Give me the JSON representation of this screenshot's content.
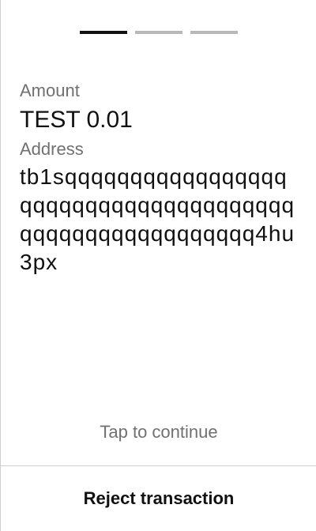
{
  "pager": {
    "total": 3,
    "active_index": 0
  },
  "fields": {
    "amount_label": "Amount",
    "amount_value": "TEST 0.01",
    "address_label": "Address",
    "address_value": "tb1sqqqqqqqqqqqqqqqqqqqqqqqqqqqqqqqqqqqqqqqqqqqqqqqqqqqqqqqq4hu3px"
  },
  "actions": {
    "continue_label": "Tap to continue",
    "reject_label": "Reject transaction"
  },
  "colors": {
    "text_primary": "#111111",
    "text_secondary": "#707070",
    "pager_active": "#111111",
    "pager_inactive": "#b8b8b8",
    "divider": "#cfcfcf"
  }
}
